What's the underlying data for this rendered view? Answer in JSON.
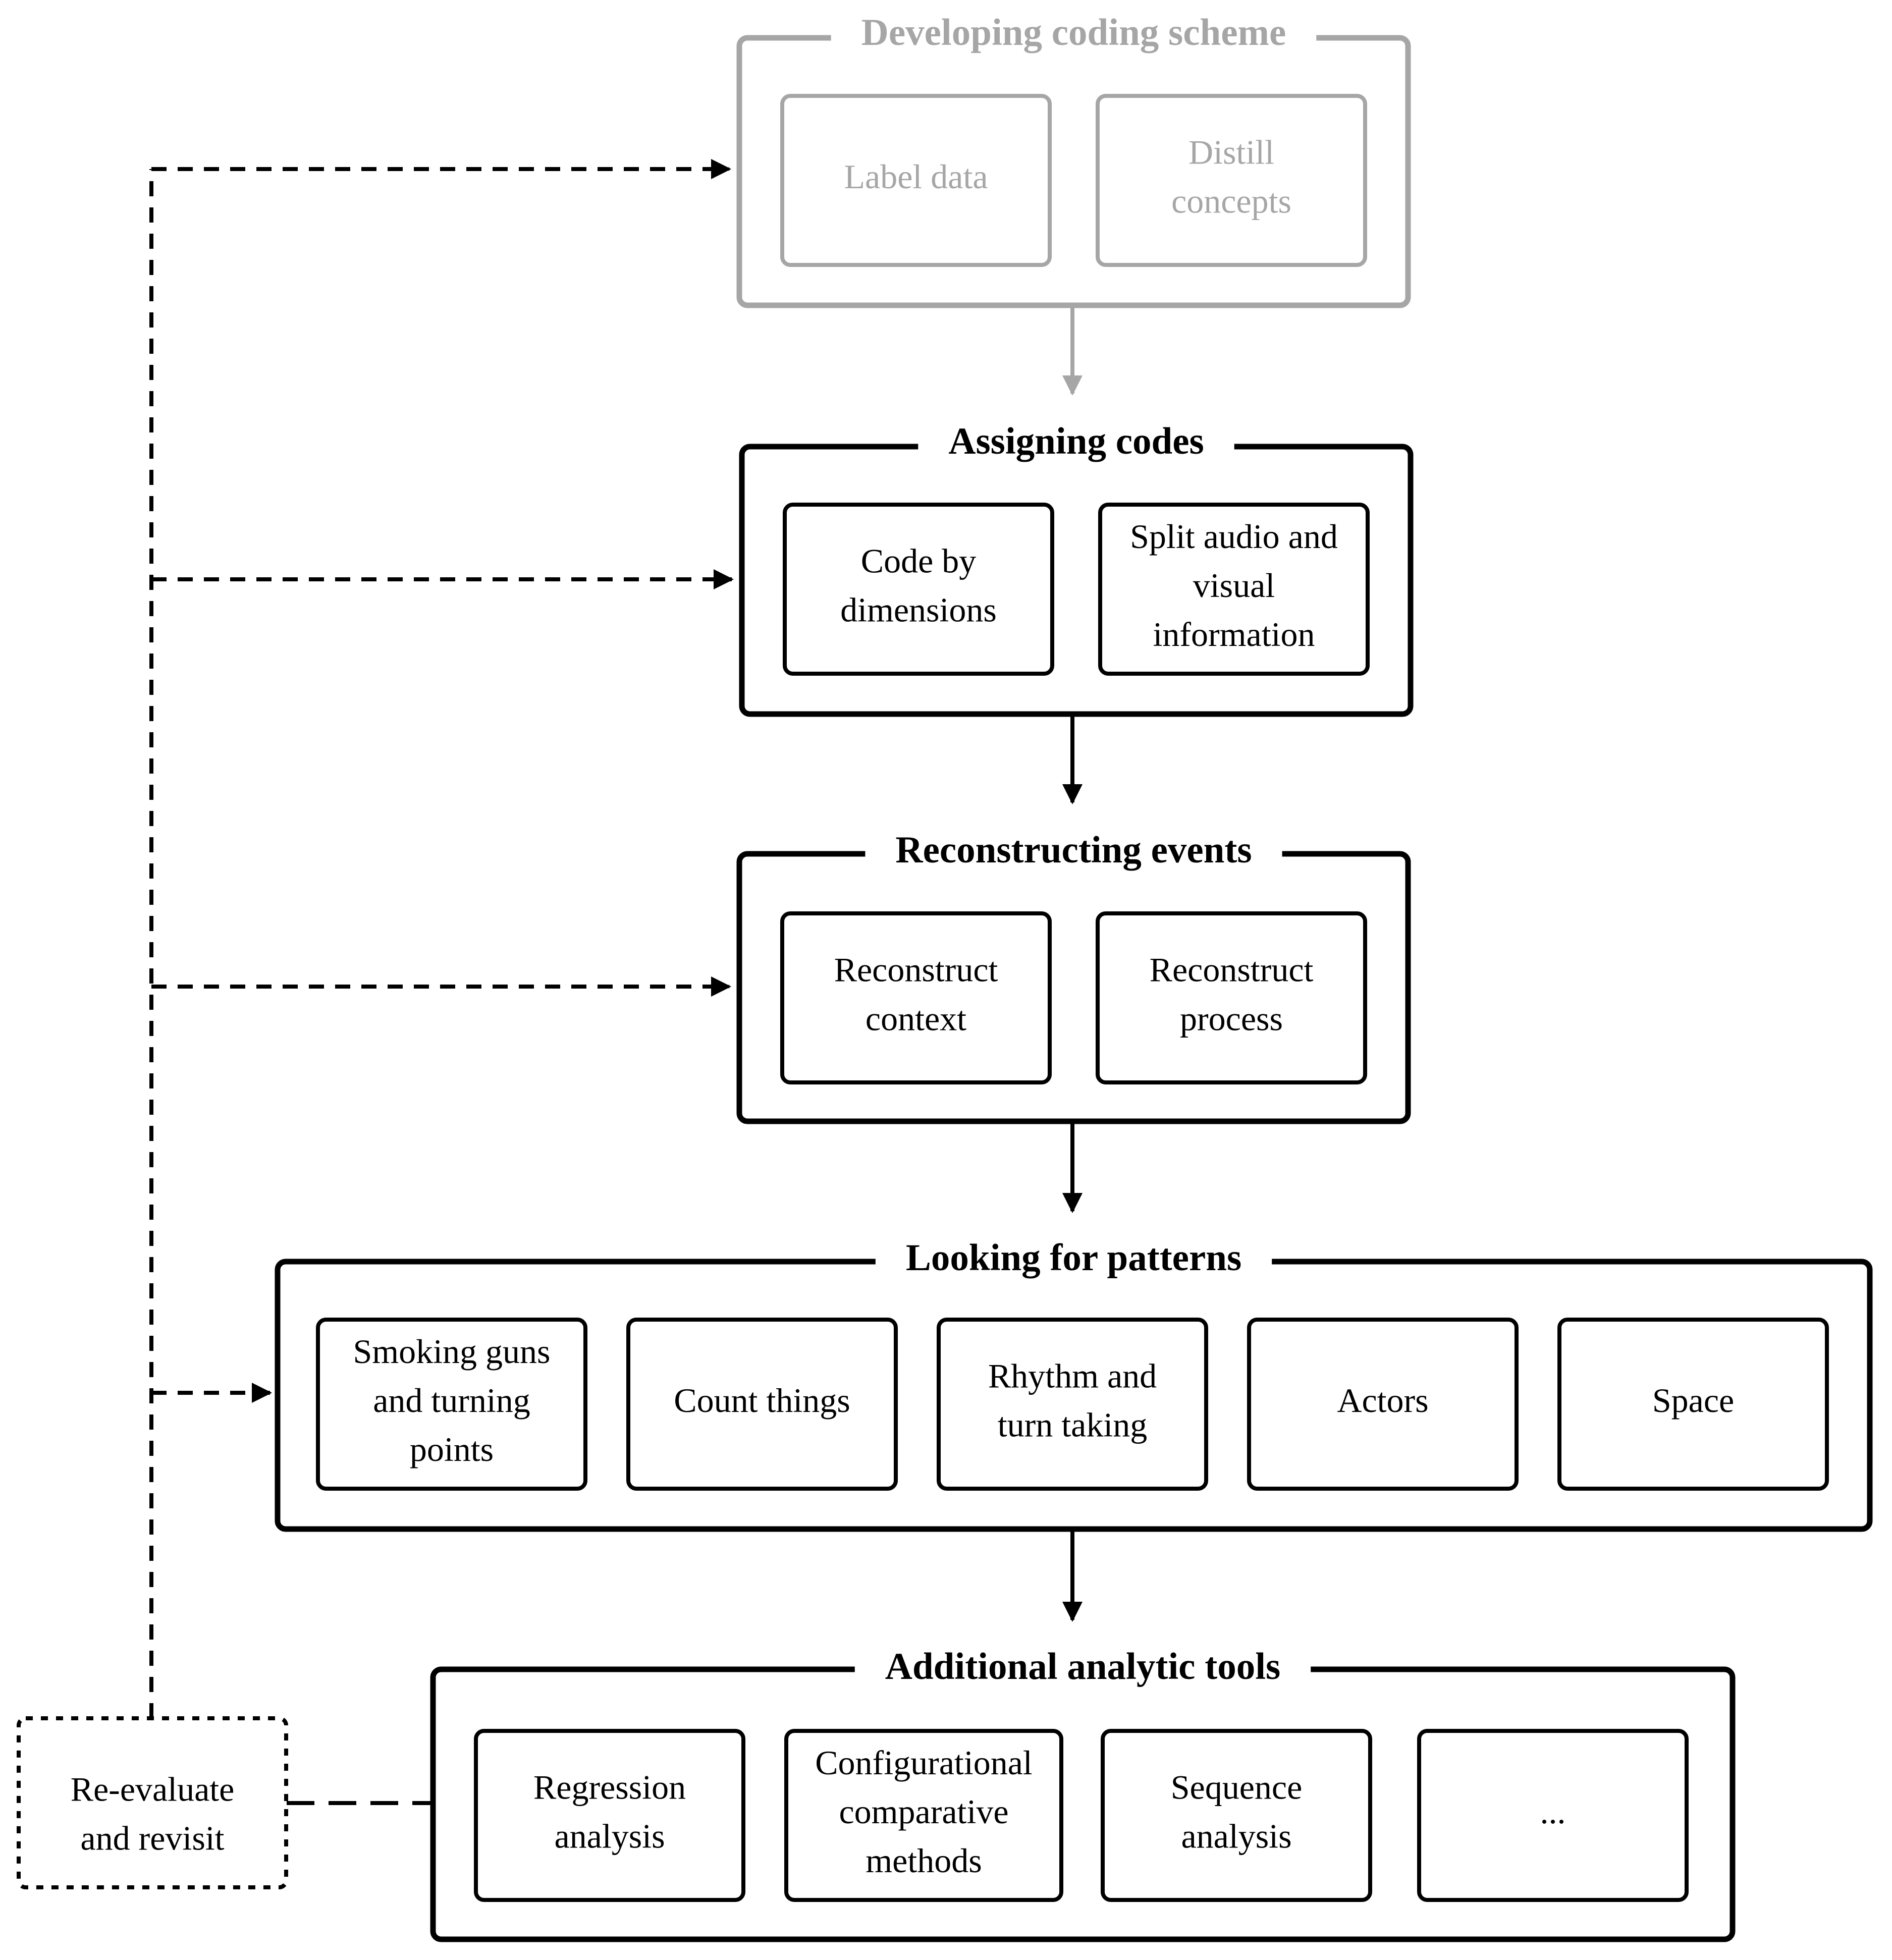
{
  "stages": [
    {
      "title": "Developing coding scheme",
      "items": [
        {
          "lines": [
            "Label data"
          ]
        },
        {
          "lines": [
            "Distill",
            "concepts"
          ]
        }
      ]
    },
    {
      "title": "Assigning codes",
      "items": [
        {
          "lines": [
            "Code by",
            "dimensions"
          ]
        },
        {
          "lines": [
            "Split audio and",
            "visual",
            "information"
          ]
        }
      ]
    },
    {
      "title": "Reconstructing events",
      "items": [
        {
          "lines": [
            "Reconstruct",
            "context"
          ]
        },
        {
          "lines": [
            "Reconstruct",
            "process"
          ]
        }
      ]
    },
    {
      "title": "Looking for patterns",
      "items": [
        {
          "lines": [
            "Smoking guns",
            "and turning",
            "points"
          ]
        },
        {
          "lines": [
            "Count things"
          ]
        },
        {
          "lines": [
            "Rhythm and",
            "turn taking"
          ]
        },
        {
          "lines": [
            "Actors"
          ]
        },
        {
          "lines": [
            "Space"
          ]
        }
      ]
    },
    {
      "title": "Additional analytic tools",
      "items": [
        {
          "lines": [
            "Regression",
            "analysis"
          ]
        },
        {
          "lines": [
            "Configurational",
            "comparative",
            "methods"
          ]
        },
        {
          "lines": [
            "Sequence",
            "analysis"
          ]
        },
        {
          "lines": [
            "..."
          ]
        }
      ]
    }
  ],
  "feedback": {
    "lines": [
      "Re-evaluate",
      "and revisit"
    ]
  },
  "colors": {
    "active": "#000000",
    "inactive": "#a6a6a6"
  }
}
